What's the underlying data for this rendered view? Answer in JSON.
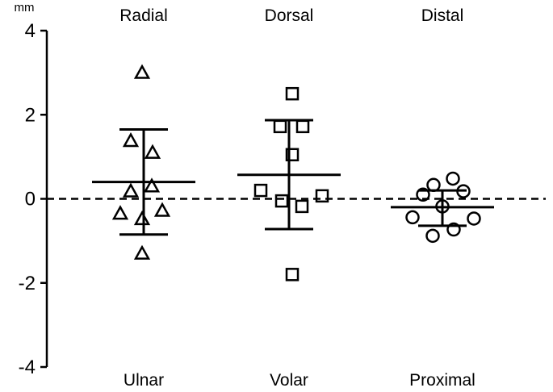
{
  "chart_data": {
    "type": "scatter",
    "unit": "mm",
    "ylim": [
      -4,
      4
    ],
    "yticks": [
      4,
      2,
      0,
      -2,
      -4
    ],
    "ytick_labels": [
      "4",
      "2",
      "0",
      "-2",
      "-4"
    ],
    "reference_line": {
      "y": 0,
      "style": "dashed"
    },
    "grid": false,
    "groups": [
      {
        "top_label": "Radial",
        "bottom_label": "Ulnar",
        "marker": "triangle",
        "points": [
          3.0,
          1.38,
          1.1,
          0.3,
          0.18,
          -0.28,
          -0.35,
          -0.48,
          -1.3
        ],
        "mean": 0.4,
        "sd_upper": 1.65,
        "sd_lower": -0.85
      },
      {
        "top_label": "Dorsal",
        "bottom_label": "Volar",
        "marker": "square",
        "points": [
          2.5,
          1.72,
          1.72,
          1.05,
          0.2,
          0.07,
          -0.05,
          -0.18,
          -1.8
        ],
        "mean": 0.57,
        "sd_upper": 1.87,
        "sd_lower": -0.72
      },
      {
        "top_label": "Distal",
        "bottom_label": "Proximal",
        "marker": "circle",
        "points": [
          0.48,
          0.33,
          0.18,
          0.1,
          -0.18,
          -0.44,
          -0.47,
          -0.73,
          -0.88
        ],
        "mean": -0.2,
        "sd_upper": 0.2,
        "sd_lower": -0.64
      }
    ]
  }
}
